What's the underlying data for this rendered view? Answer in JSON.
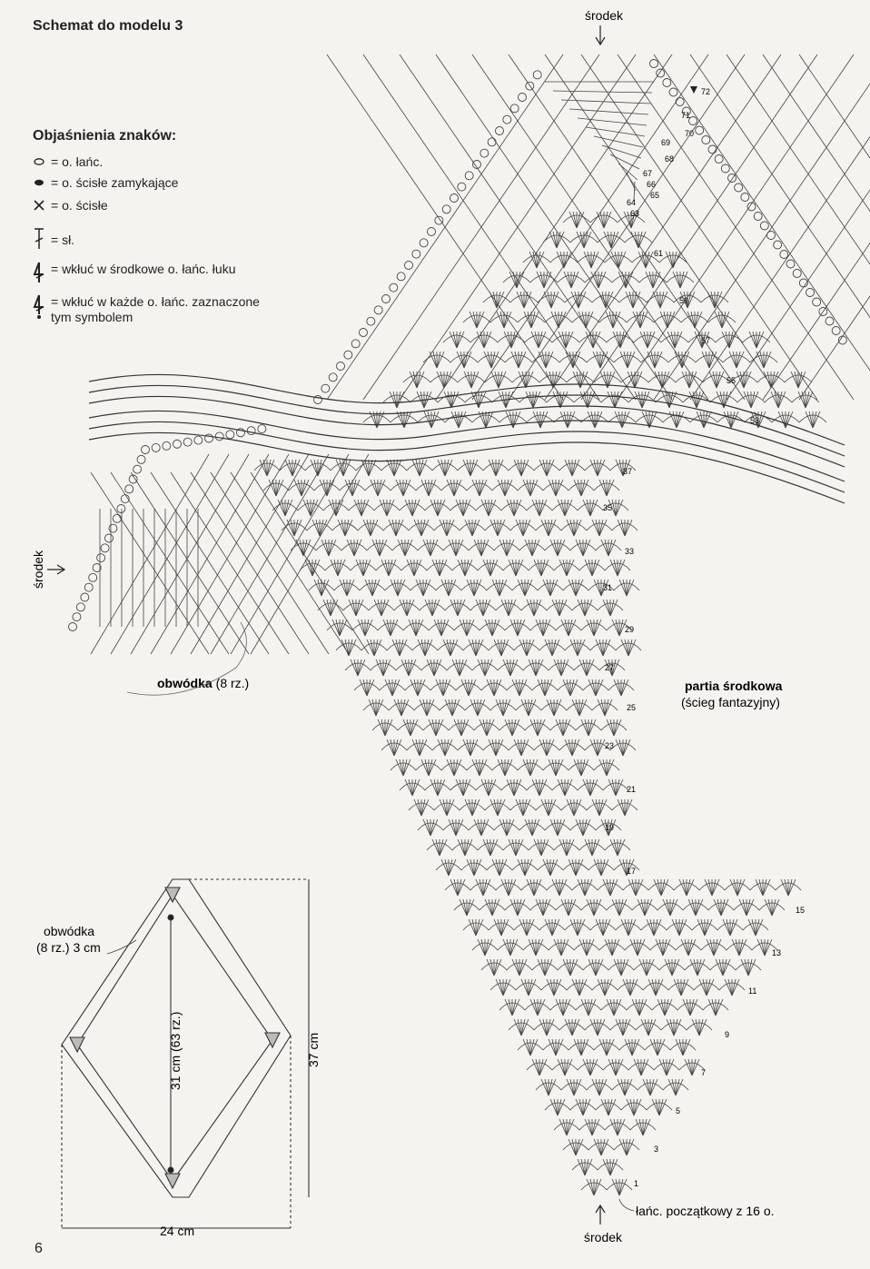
{
  "title": "Schemat do modelu 3",
  "legend": {
    "heading": "Objaśnienia znaków:",
    "items": [
      {
        "icon": "chain-oval-icon",
        "text": "= o. łańc."
      },
      {
        "icon": "slip-stitch-dot-icon",
        "text": "= o. ścisłe zamykające"
      },
      {
        "icon": "single-crochet-x-icon",
        "text": "= o. ścisłe"
      },
      {
        "icon": "double-crochet-icon",
        "text": "= sł."
      },
      {
        "icon": "insert-center-icon",
        "text": "= wkłuć w środkowe o. łańc. łuku"
      },
      {
        "icon": "insert-each-icon",
        "text": "= wkłuć w każde o. łańc. zaznaczone\ntym symbolem"
      }
    ]
  },
  "diagram": {
    "center_label": "środek",
    "border_label_bold": "obwódka",
    "border_label_rows": "(8 rz.)",
    "middle_label_bold": "partia środkowa",
    "middle_label_sub": "(ścieg fantazyjny)",
    "start_chain_label": "łańc. początkowy z 16 o.",
    "lower_row_numbers": [
      "1",
      "3",
      "5",
      "7",
      "9",
      "11",
      "13",
      "15",
      "17",
      "19",
      "21",
      "23",
      "25",
      "27",
      "29",
      "31",
      "33",
      "35",
      "37"
    ],
    "upper_row_numbers": [
      "53",
      "55",
      "57",
      "59",
      "61",
      "63",
      "64",
      "65",
      "66",
      "67",
      "68",
      "69",
      "70",
      "71",
      "72"
    ]
  },
  "schematic": {
    "border_label": "obwódka\n(8 rz.) 3 cm",
    "height_inner": "31 cm (63 rz.)",
    "height_outer": "37 cm",
    "width": "24 cm"
  },
  "page_number": "6"
}
